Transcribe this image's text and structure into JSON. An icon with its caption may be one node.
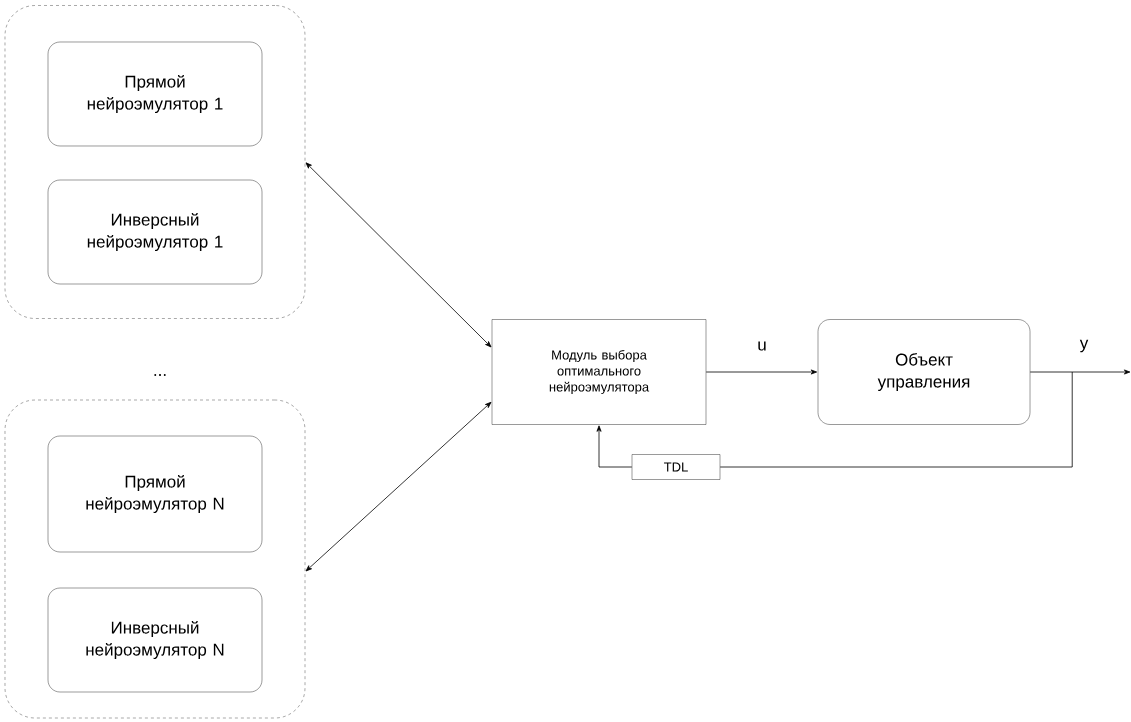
{
  "diagram": {
    "nodes": [
      {
        "text": [],
        "shape": "box"
      },
      {
        "text": [
          "Прямой нейроэмулятор 1"
        ],
        "in": 0
      },
      {
        "text": [
          "Инверсный нейроэмулятор 1"
        ],
        "in": 0
      },
      {
        "text": [],
        "shape": "box"
      },
      {
        "text": [
          "Прямой нейроэмулятор N"
        ],
        "in": 3
      },
      {
        "text": [
          "Инверсный нейроэмулятор N"
        ],
        "in": 3
      },
      {
        "text": [
          "Модуль выбора оптимального нейроэмулятора"
        ]
      },
      {
        "text": [
          "Объект управления"
        ]
      },
      {
        "text": [
          "TDL"
        ]
      }
    ],
    "edges": [
      {
        "from": 0,
        "to": 6,
        "arrow": "both"
      },
      {
        "from": 3,
        "to": 6,
        "arrow": "both"
      },
      {
        "from": 6,
        "to": 7,
        "arrow": "to",
        "label": "u"
      },
      {
        "from": 7,
        "to": null,
        "arrow": "to",
        "label": "y"
      },
      {
        "from": 7,
        "to": 8,
        "arrow": "none"
      },
      {
        "from": 8,
        "to": 6,
        "arrow": "to"
      }
    ],
    "labels": [
      "..."
    ]
  }
}
